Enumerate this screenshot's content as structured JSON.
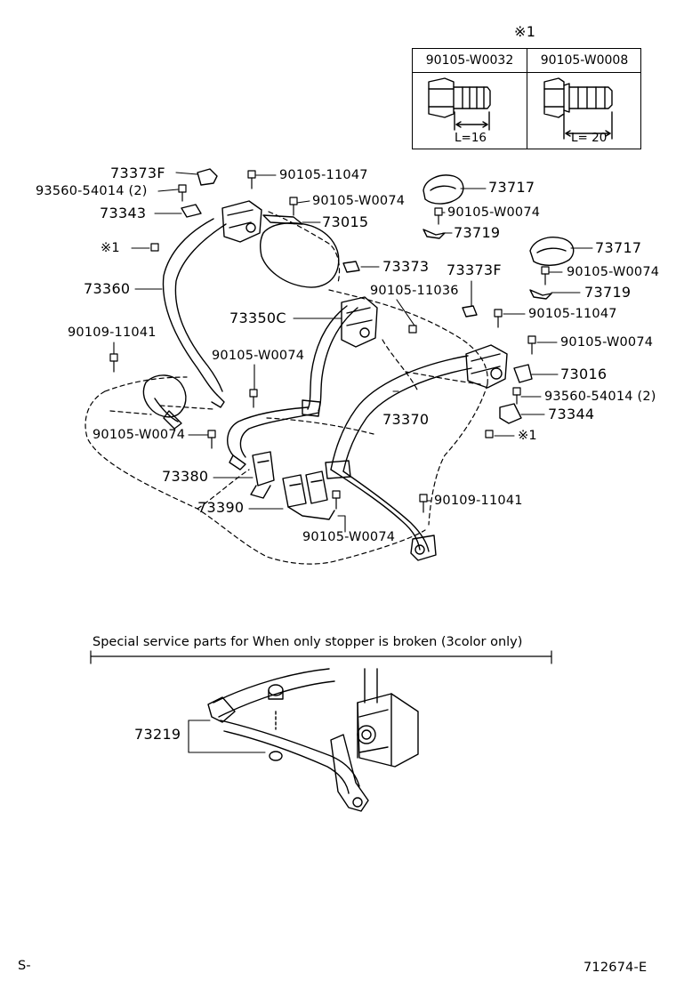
{
  "note_mark": "※1",
  "table": {
    "header_a": "90105-W0032",
    "header_b": "90105-W0008",
    "length_a": "L=16",
    "length_b": "L= 20"
  },
  "labels": {
    "p73373F_a": "73373F",
    "p90105_11047_a": "90105-11047",
    "p93560_54014_a": "93560-54014 (2)",
    "p90105_W0074_a": "90105-W0074",
    "p73717_a": "73717",
    "p73343": "73343",
    "p73015": "73015",
    "p90105_W0074_b": "90105-W0074",
    "note_left": "※1",
    "p73719_a": "73719",
    "p73717_b": "73717",
    "p73373": "73373",
    "p73373F_b": "73373F",
    "p90105_W0074_c": "90105-W0074",
    "p73360": "73360",
    "p90105_11036": "90105-11036",
    "p73719_b": "73719",
    "p73350C": "73350C",
    "p90105_11047_b": "90105-11047",
    "p90109_11041_a": "90109-11041",
    "p90105_W0074_d": "90105-W0074",
    "p90105_W0074_e": "90105-W0074",
    "p73016": "73016",
    "p93560_54014_b": "93560-54014 (2)",
    "p73370": "73370",
    "p73344": "73344",
    "p90105_W0074_f": "90105-W0074",
    "note_right": "※1",
    "p73380": "73380",
    "p90109_11041_b": "90109-11041",
    "p73390": "73390",
    "p90105_W0074_g": "90105-W0074",
    "p73219": "73219"
  },
  "special_title": "Special service parts for When only stopper is broken (3color only)",
  "footer": {
    "left": "S-",
    "right": "712674-E"
  }
}
